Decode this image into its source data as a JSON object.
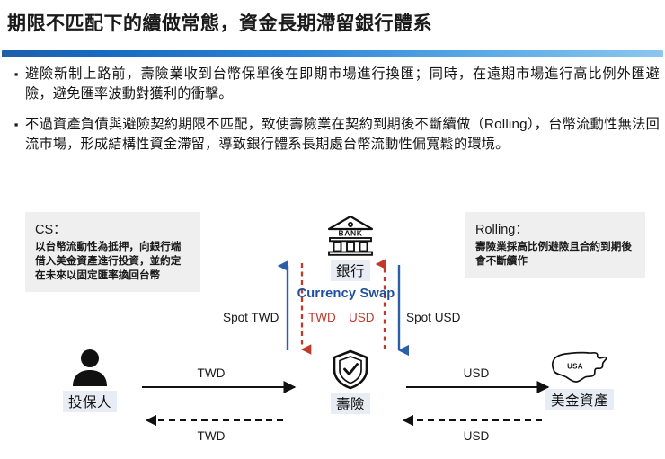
{
  "slide": {
    "title": "期限不匹配下的續做常態，資金長期滯留銀行體系",
    "accent_color": "#1f5fa9",
    "bullet_marker": "▪"
  },
  "bullets": [
    {
      "text": "避險新制上路前，壽險業收到台幣保單後在即期市場進行換匯；同時，在遠期市場進行高比例外匯避險，避免匯率波動對獲利的衝擊。"
    },
    {
      "text": "不過資產負債與避險契約期限不匹配，致使壽險業在契約到期後不斷續做（Rolling），台幣流動性無法回流市場，形成結構性資金滯留，導致銀行體系長期處台幣流動性偏寬鬆的環境。"
    }
  ],
  "notes": [
    {
      "id": "cs",
      "title": "CS：",
      "body": "以台幣流動性為抵押，向銀行端借入美金資產進行投資，並約定在未來以固定匯率換回台幣"
    },
    {
      "id": "rolling",
      "title": "Rolling：",
      "body": "壽險業採高比例避險且合約到期後會不斷續作"
    }
  ],
  "nodes": [
    {
      "id": "bank",
      "icon": "bank-icon",
      "label": "銀行",
      "icon_text": "BANK"
    },
    {
      "id": "person",
      "icon": "person-icon",
      "label": "投保人"
    },
    {
      "id": "insurer",
      "icon": "shield-check-icon",
      "label": "壽險"
    },
    {
      "id": "usa",
      "icon": "usa-map-icon",
      "label": "美金資產",
      "icon_text": "USA"
    }
  ],
  "diagram": {
    "swap_title": "Currency Swap",
    "swap_title_color": "#1f4e9c",
    "currency_label_color": "#c0392b",
    "mid_twd": "TWD",
    "mid_usd": "USD",
    "spot_twd": "Spot TWD",
    "spot_usd": "Spot USD",
    "flow_twd_top": "TWD",
    "flow_twd_bottom": "TWD",
    "flow_usd_top": "USD",
    "flow_usd_bottom": "USD",
    "solid_arrow_color": "#2b5fa8",
    "dashed_arrow_color": "#c0392b",
    "flow_arrow_color": "#111111"
  }
}
